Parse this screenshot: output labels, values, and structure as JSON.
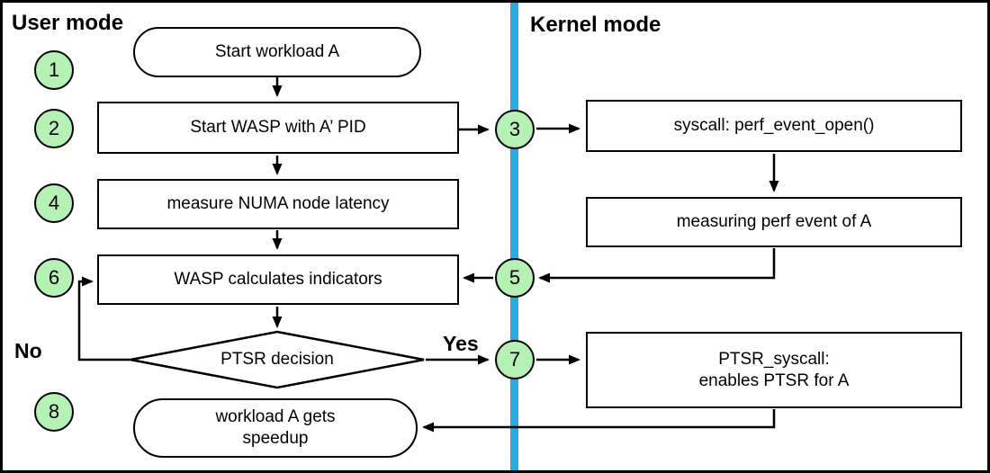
{
  "diagram": {
    "left_zone_label": "User mode",
    "right_zone_label": "Kernel mode",
    "branch_labels": {
      "no": "No",
      "yes": "Yes"
    },
    "circles": {
      "c1": "1",
      "c2": "2",
      "c3": "3",
      "c4": "4",
      "c5": "5",
      "c6": "6",
      "c7": "7",
      "c8": "8"
    },
    "nodes": {
      "start_workload": "Start workload A",
      "start_wasp": "Start WASP with A’ PID",
      "measure_numa": "measure NUMA node latency",
      "wasp_indicators": "WASP calculates indicators",
      "ptsr_decision": "PTSR decision",
      "workload_speedup_line1": "workload A gets",
      "workload_speedup_line2": "speedup",
      "syscall_perf": "syscall: perf_event_open()",
      "measuring_perf": "measuring perf event of A",
      "ptsr_syscall_line1": "PTSR_syscall:",
      "ptsr_syscall_line2": "enables PTSR for A"
    },
    "colors": {
      "circle_fill": "#b5f0b5",
      "divider_blue": "#29abe2"
    }
  }
}
